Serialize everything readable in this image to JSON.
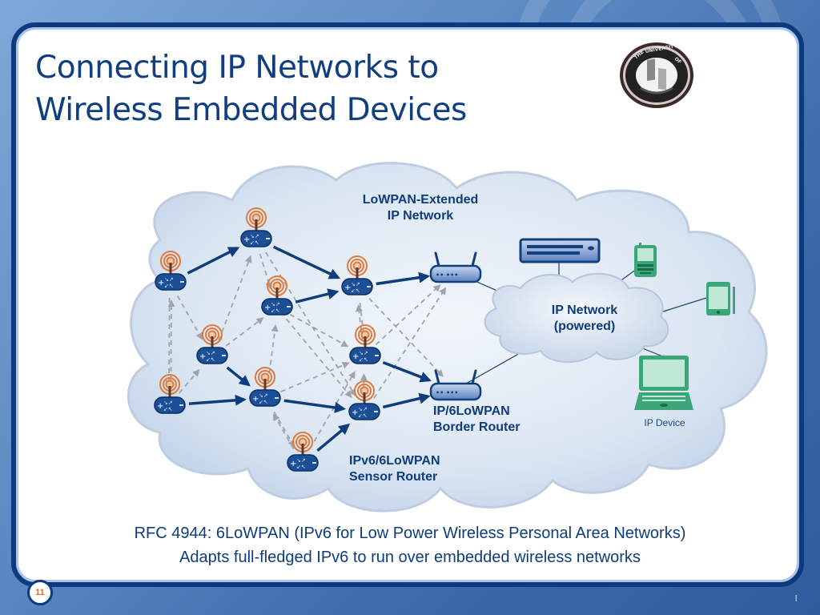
{
  "slide": {
    "title_lines": [
      "Connecting IP Networks to",
      "Wireless Embedded Devices"
    ],
    "logo": {
      "type": "university-seal",
      "text": "THE UNIVERSITY OF CALIFORNIA"
    },
    "page_number": "11",
    "corner_mark": "l"
  },
  "diagram": {
    "labels": {
      "lowpan_network": [
        "LoWPAN-Extended",
        "IP Network"
      ],
      "ip_network": [
        "IP Network",
        "(powered)"
      ],
      "border_router": [
        "IP/6LoWPAN",
        "Border Router"
      ],
      "sensor_router": [
        "IPv6/6LoWPAN",
        "Sensor Router"
      ],
      "ip_device": "IP Device"
    },
    "colors": {
      "node": "#1d4f96",
      "link": "#0f3c7a",
      "dashed": "#a0a4aa",
      "antenna": "#e07a3a",
      "device": "#3aa67a",
      "cloud": "#dbe7f5"
    },
    "sensor_nodes": [
      "n1",
      "n2",
      "n3",
      "n4",
      "n5",
      "n6",
      "n7",
      "n8",
      "n9",
      "n10"
    ],
    "border_routers": [
      "br1",
      "br2"
    ],
    "primary_links": [
      [
        "n1",
        "n2"
      ],
      [
        "n2",
        "n3"
      ],
      [
        "n4",
        "n3"
      ],
      [
        "n3",
        "br1"
      ],
      [
        "n5",
        "n8"
      ],
      [
        "n7",
        "n8"
      ],
      [
        "n8",
        "n9"
      ],
      [
        "n6",
        "br2"
      ],
      [
        "n9",
        "br2"
      ],
      [
        "n10",
        "n9"
      ]
    ],
    "secondary_links": [
      [
        "n1",
        "n7"
      ],
      [
        "n7",
        "n1"
      ],
      [
        "n1",
        "n5"
      ],
      [
        "n5",
        "n2"
      ],
      [
        "n2",
        "n4"
      ],
      [
        "n5",
        "n4"
      ],
      [
        "n7",
        "n5"
      ],
      [
        "n8",
        "n4"
      ],
      [
        "n4",
        "n6"
      ],
      [
        "n3",
        "n6"
      ],
      [
        "n6",
        "n3"
      ],
      [
        "n8",
        "n6"
      ],
      [
        "n4",
        "n9"
      ],
      [
        "n2",
        "n9"
      ],
      [
        "n9",
        "n6"
      ],
      [
        "n3",
        "br2"
      ],
      [
        "n6",
        "br1"
      ],
      [
        "n9",
        "br1"
      ],
      [
        "n10",
        "n8"
      ],
      [
        "n8",
        "n10"
      ],
      [
        "n10",
        "n6"
      ]
    ],
    "ip_links": [
      "br1",
      "br2",
      "switch",
      "phone",
      "tablet",
      "laptop"
    ]
  },
  "captions": [
    "RFC 4944: 6LoWPAN (IPv6 for Low Power Wireless Personal Area Networks)",
    "Adapts full-fledged IPv6 to run over embedded wireless networks"
  ]
}
